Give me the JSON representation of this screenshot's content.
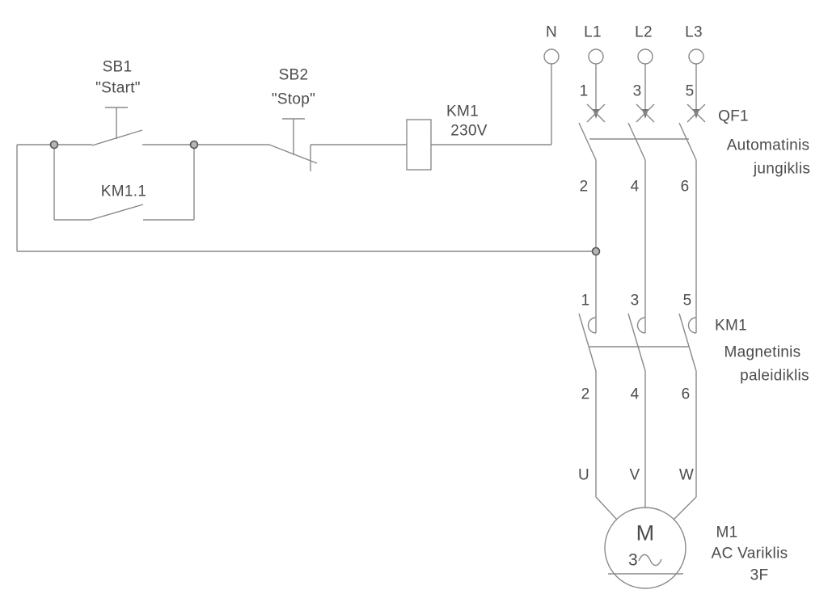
{
  "diagram": {
    "title_semantic": "Three-phase motor DOL starter schematic",
    "supply": {
      "terminals": [
        "N",
        "L1",
        "L2",
        "L3"
      ]
    },
    "control": {
      "sb1_ref": "SB1",
      "sb1_name": "\"Start\"",
      "sb2_ref": "SB2",
      "sb2_name": "\"Stop\"",
      "aux_contact": "KM1.1",
      "coil_ref": "KM1",
      "coil_voltage": "230V"
    },
    "breaker": {
      "ref": "QF1",
      "desc_line1": "Automatinis",
      "desc_line2": "jungiklis",
      "in_terminals": [
        "1",
        "3",
        "5"
      ],
      "out_terminals": [
        "2",
        "4",
        "6"
      ]
    },
    "contactor": {
      "ref": "KM1",
      "desc_line1": "Magnetinis",
      "desc_line2": "paleidiklis",
      "in_terminals": [
        "1",
        "3",
        "5"
      ],
      "out_terminals": [
        "2",
        "4",
        "6"
      ]
    },
    "motor": {
      "phases": [
        "U",
        "V",
        "W"
      ],
      "symbol": "M",
      "phase_count": "3",
      "ref": "M1",
      "type": "AC Variklis",
      "phases_label": "3F"
    },
    "colors": {
      "line": "#8a8a8a",
      "text": "#4c4c4c"
    }
  }
}
